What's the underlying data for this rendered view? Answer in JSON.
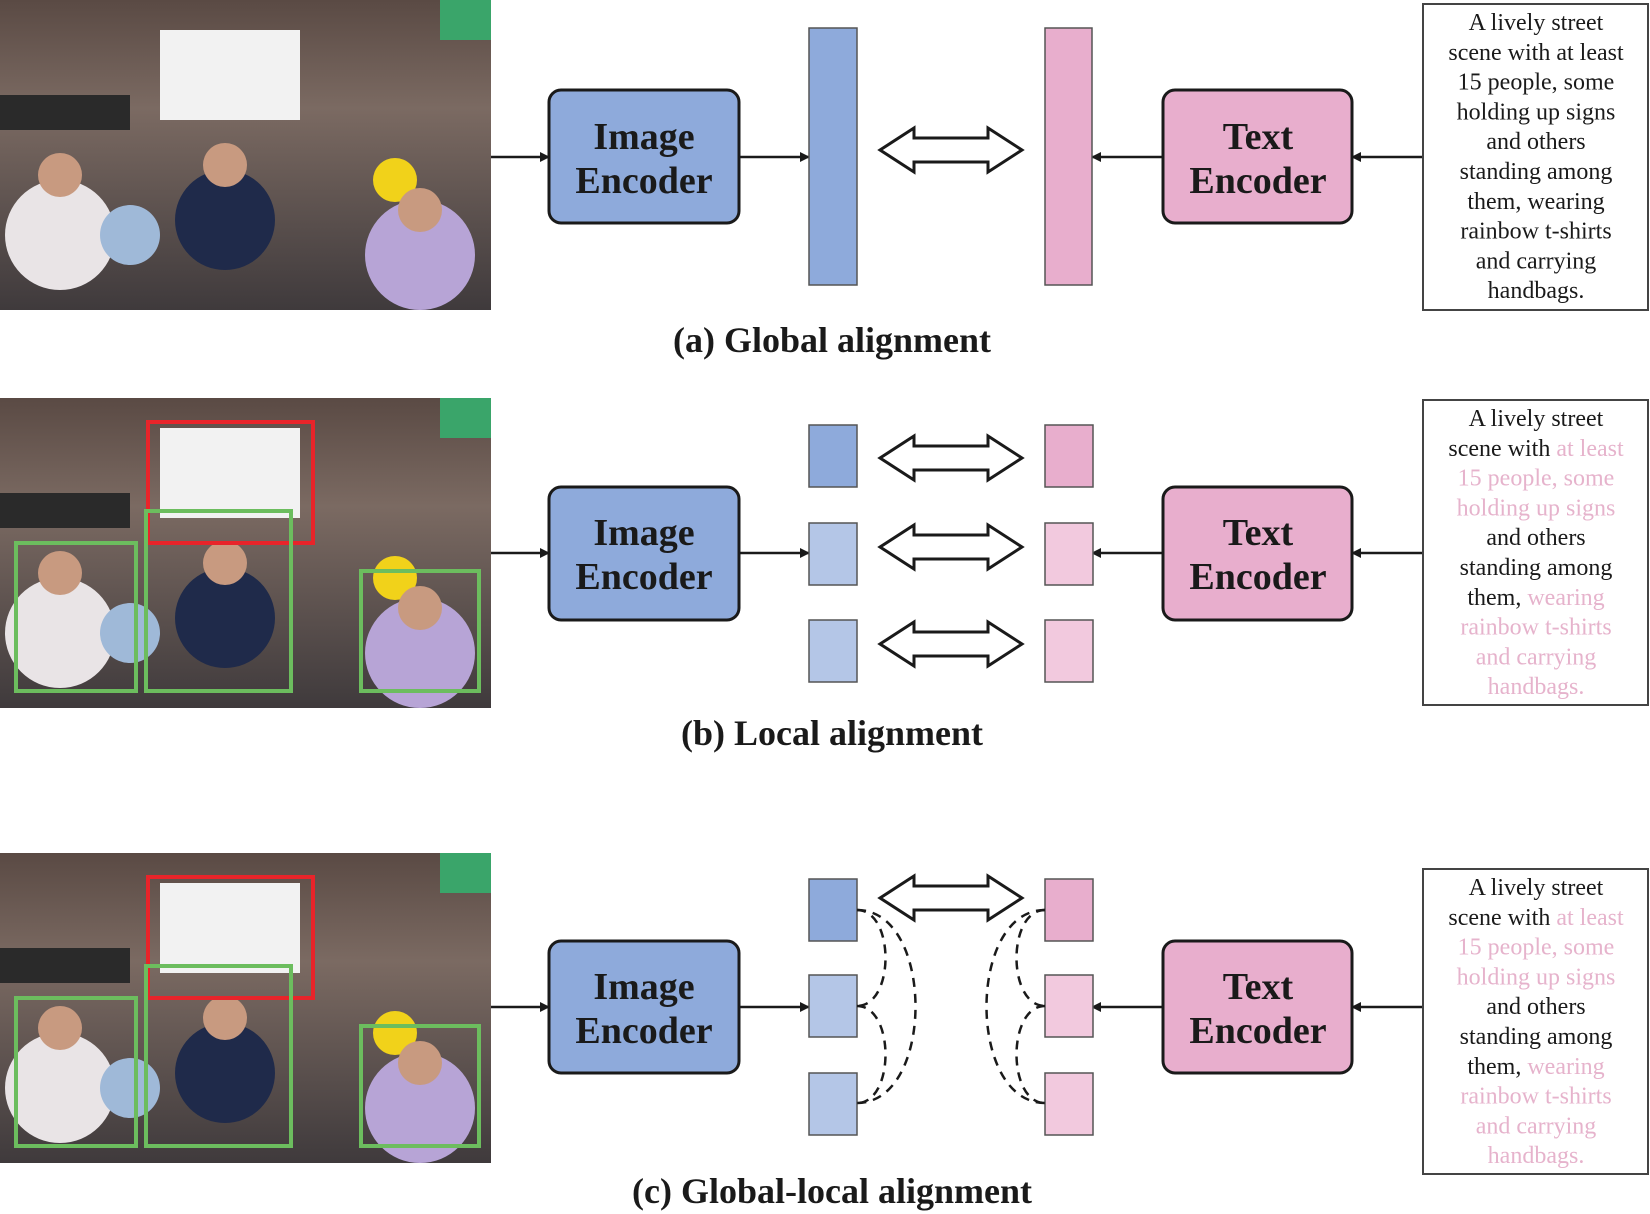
{
  "colors": {
    "image_encoder": "#8eaadb",
    "text_encoder": "#e8aecd",
    "image_feature": "#8eaadb",
    "image_feature_light": "#b4c6e7",
    "text_feature": "#e8aecd",
    "text_feature_light": "#f2c9de",
    "highlight_text": "#e6b3cc",
    "region_box_sign": "#e8242a",
    "region_box_person": "#6cbd5e"
  },
  "panels": [
    {
      "id": "a",
      "caption": "(a) Global alignment",
      "image_encoder": [
        "Image",
        "Encoder"
      ],
      "text_encoder": [
        "Text",
        "Encoder"
      ],
      "description": [
        [
          {
            "t": "A lively street",
            "h": false
          }
        ],
        [
          {
            "t": "scene with at least",
            "h": false
          }
        ],
        [
          {
            "t": "15 people, some",
            "h": false
          }
        ],
        [
          {
            "t": "holding up signs",
            "h": false
          }
        ],
        [
          {
            "t": "and others",
            "h": false
          }
        ],
        [
          {
            "t": "standing among",
            "h": false
          }
        ],
        [
          {
            "t": "them, wearing",
            "h": false
          }
        ],
        [
          {
            "t": "rainbow t-shirts",
            "h": false
          }
        ],
        [
          {
            "t": "and carrying",
            "h": false
          }
        ],
        [
          {
            "t": "handbags.",
            "h": false
          }
        ]
      ]
    },
    {
      "id": "b",
      "caption": "(b) Local alignment",
      "image_encoder": [
        "Image",
        "Encoder"
      ],
      "text_encoder": [
        "Text",
        "Encoder"
      ],
      "description": [
        [
          {
            "t": "A lively street",
            "h": false
          }
        ],
        [
          {
            "t": "scene with ",
            "h": false
          },
          {
            "t": "at least",
            "h": true
          }
        ],
        [
          {
            "t": "15 people, some",
            "h": true
          }
        ],
        [
          {
            "t": "holding up signs",
            "h": true
          }
        ],
        [
          {
            "t": "and others",
            "h": false
          }
        ],
        [
          {
            "t": "standing among",
            "h": false
          }
        ],
        [
          {
            "t": "them, ",
            "h": false
          },
          {
            "t": "wearing",
            "h": true
          }
        ],
        [
          {
            "t": "rainbow t-shirts",
            "h": true
          }
        ],
        [
          {
            "t": "and carrying",
            "h": true
          }
        ],
        [
          {
            "t": "handbags.",
            "h": true
          }
        ]
      ]
    },
    {
      "id": "c",
      "caption": "(c) Global-local alignment",
      "image_encoder": [
        "Image",
        "Encoder"
      ],
      "text_encoder": [
        "Text",
        "Encoder"
      ],
      "description": [
        [
          {
            "t": "A lively street",
            "h": false
          }
        ],
        [
          {
            "t": "scene with ",
            "h": false
          },
          {
            "t": "at least",
            "h": true
          }
        ],
        [
          {
            "t": "15 people, some",
            "h": true
          }
        ],
        [
          {
            "t": "holding up signs",
            "h": true
          }
        ],
        [
          {
            "t": "and others",
            "h": false
          }
        ],
        [
          {
            "t": "standing among",
            "h": false
          }
        ],
        [
          {
            "t": "them, ",
            "h": false
          },
          {
            "t": "wearing",
            "h": true
          }
        ],
        [
          {
            "t": "rainbow t-shirts",
            "h": true
          }
        ],
        [
          {
            "t": "and carrying",
            "h": true
          }
        ],
        [
          {
            "t": "handbags.",
            "h": true
          }
        ]
      ]
    }
  ]
}
